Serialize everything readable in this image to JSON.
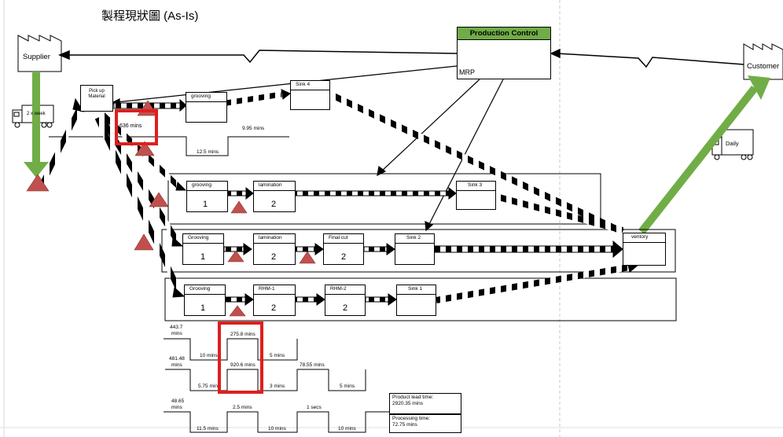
{
  "title": "製程現狀圖 (As-Is)",
  "supplier": {
    "label": "Supplier",
    "delivery": "2 x week"
  },
  "customer": {
    "label": "Customer",
    "delivery": "Daily"
  },
  "production_control": {
    "header": "Production Control",
    "system": "MRP"
  },
  "inventory_box": {
    "label": "Inventory",
    "visible_text": "ventory"
  },
  "pickup": {
    "label_line1": "Pick up",
    "label_line2": "Material"
  },
  "top_line": {
    "grooving": "grooving",
    "sink": "Sink 4",
    "wait_time": "636 mins",
    "process_time": "12.5 mins",
    "sink_time": "9.95 mins"
  },
  "row1": {
    "p1": "grooving",
    "p1_op": "1",
    "p2": "lamination",
    "p2_op": "2",
    "p3": "Sink 3"
  },
  "row2": {
    "p1": "Grooving",
    "p1_op": "1",
    "p2": "lamination",
    "p2_op": "2",
    "p3": "Final cut",
    "p3_op": "2",
    "p4": "Sink 2"
  },
  "row3": {
    "p1": "Grooving",
    "p1_op": "1",
    "p2": "RHM-1",
    "p2_op": "2",
    "p3": "RHM-2",
    "p3_op": "2",
    "p4": "Sink 1"
  },
  "timeline1": {
    "lead_1": "443.7",
    "lead_2": "mins",
    "t1": "10 mins",
    "mid": "275.8 mins",
    "t2": "5 mins"
  },
  "timeline2": {
    "lead_1": "481.48",
    "lead_2": "mins",
    "t1": "5.75 mins",
    "mid": "920.6 mins",
    "t2": "3 mins",
    "t3": "78.55 mins",
    "t4": "5 mins"
  },
  "timeline3": {
    "lead_1": "48.65",
    "lead_2": "mins",
    "t1": "11.5 mins",
    "mid": "2.5 mins",
    "t2": "10 mins",
    "t3": "1 secs",
    "t4": "10 mins"
  },
  "summary": {
    "lead_label": "Product lead time:",
    "lead_value": "2920.35 mins",
    "proc_label": "Processing time:",
    "proc_value": "72.75 mins"
  },
  "colors": {
    "green_arrow": "#70ad47",
    "inventory": "#c0504d",
    "highlight": "#e01e1e"
  }
}
